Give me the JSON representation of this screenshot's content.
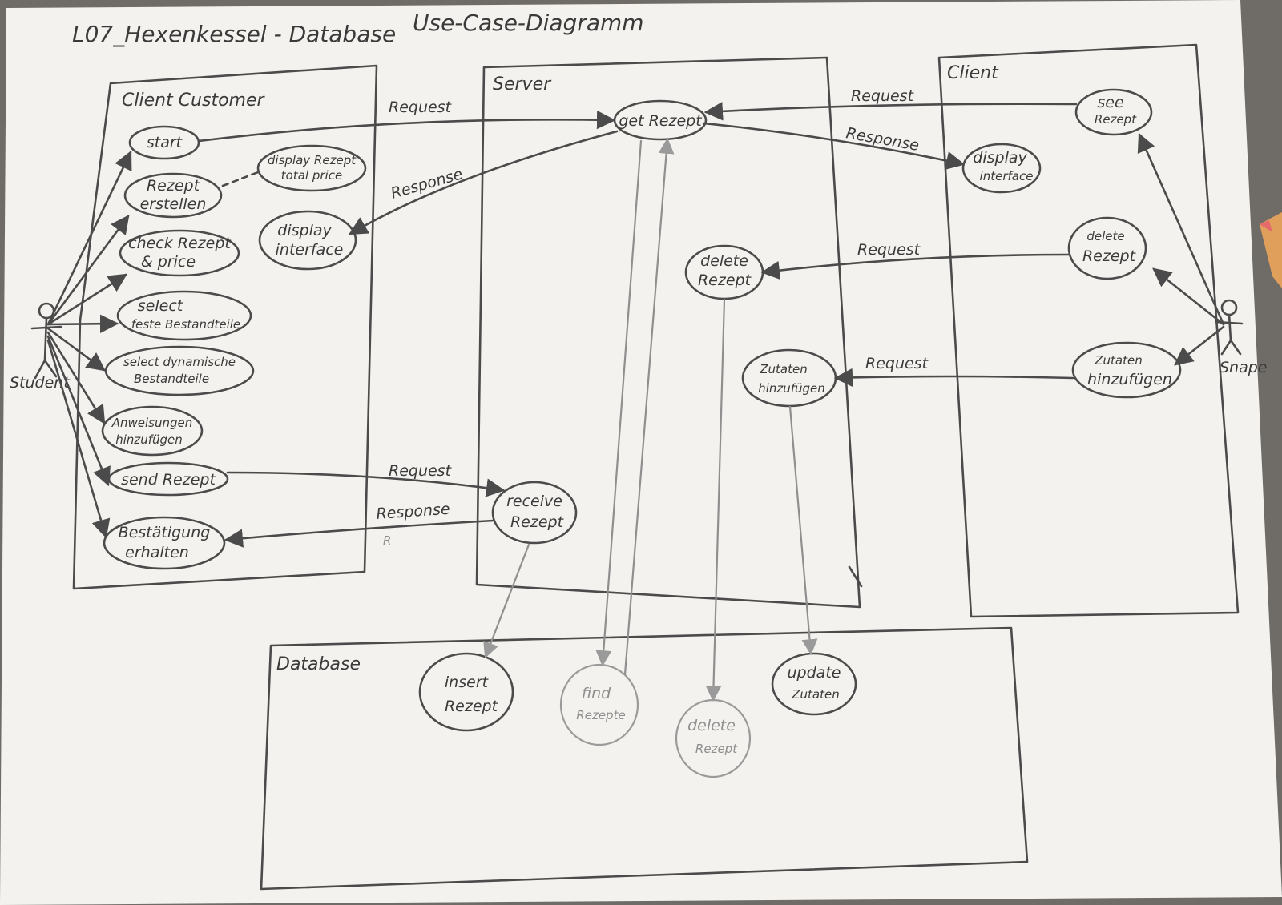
{
  "titles": {
    "left": "L07_Hexenkessel - Database",
    "right": "Use-Case-Diagramm"
  },
  "systems": {
    "client_customer": "Client Customer",
    "server": "Server",
    "client": "Client",
    "database": "Database"
  },
  "actors": {
    "student": "Student",
    "snape": "Snape"
  },
  "use_cases": {
    "start": [
      "start"
    ],
    "rezept_erstellen": [
      "Rezept",
      "erstellen"
    ],
    "display_rezept_total": [
      "display Rezept",
      "total price"
    ],
    "check_rezept": [
      "check Rezept",
      "& price"
    ],
    "display_interface_cc": [
      "display",
      "interface"
    ],
    "select_feste": [
      "select",
      "feste Bestandteile"
    ],
    "select_dynamische": [
      "select dynamische",
      "Bestandteile"
    ],
    "anweisungen": [
      "Anweisungen",
      "hinzufügen"
    ],
    "send_rezept": [
      "send Rezept"
    ],
    "bestaetigung": [
      "Bestätigung",
      "erhalten"
    ],
    "get_rezept": [
      "get Rezept"
    ],
    "delete_rezept_server": [
      "delete",
      "Rezept"
    ],
    "zutaten_server": [
      "Zutaten",
      "hinzufügen"
    ],
    "receive_rezept": [
      "receive",
      "Rezept"
    ],
    "see_rezept": [
      "see",
      "Rezept"
    ],
    "display_interface_client": [
      "display",
      "interface"
    ],
    "delete_rezept_client": [
      "delete",
      "Rezept"
    ],
    "zutaten_client": [
      "Zutaten",
      "hinzufügen"
    ],
    "insert_rezept": [
      "insert",
      "Rezept"
    ],
    "find_rezepte": [
      "find",
      "Rezepte"
    ],
    "delete_rezept_db": [
      "delete",
      "Rezept"
    ],
    "update_zutaten": [
      "update",
      "Zutaten"
    ]
  },
  "labels": {
    "request": "Request",
    "response": "Response",
    "r_mark": "R"
  },
  "colors": {
    "paper": "#f3f2ee",
    "pencil": "#4b4b4b",
    "faded_pencil": "#9a9a9a",
    "background": "#6f6c68"
  }
}
